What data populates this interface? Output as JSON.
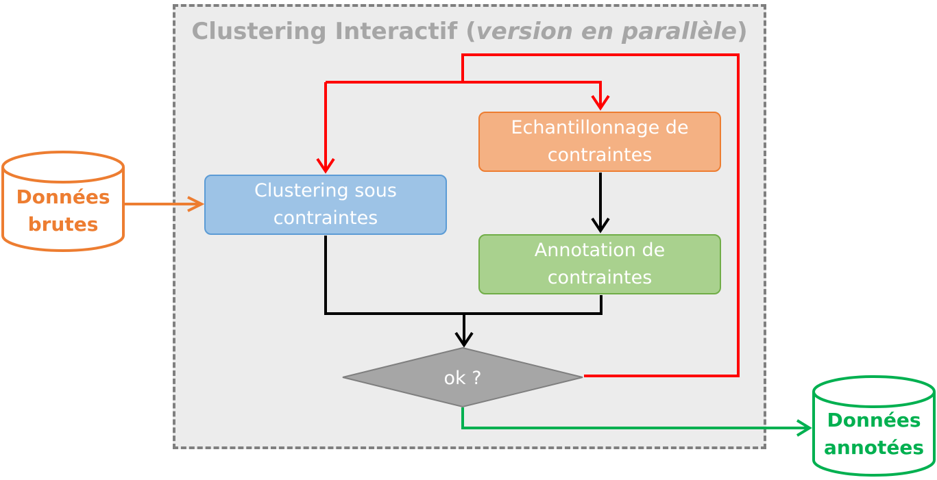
{
  "diagram": {
    "title_main": "Clustering Interactif (",
    "title_italic": "version en parallèle",
    "title_end": ")",
    "nodes": {
      "clustering": "Clustering sous\ncontraintes",
      "sampling": "Echantillonnage de\ncontraintes",
      "annotation": "Annotation de\ncontraintes",
      "decision": "ok ?",
      "raw_data": "Données\nbrutes",
      "annotated_data": "Données\nannotées"
    },
    "colors": {
      "clustering_fill": "#9dc3e6",
      "sampling_fill": "#f4b183",
      "annotation_fill": "#a9d18e",
      "decision_fill": "#a6a6a6",
      "loop_arrow": "#ff0000",
      "flow_arrow": "#000000",
      "input_arrow": "#ed7d31",
      "output_arrow": "#00b050"
    }
  }
}
